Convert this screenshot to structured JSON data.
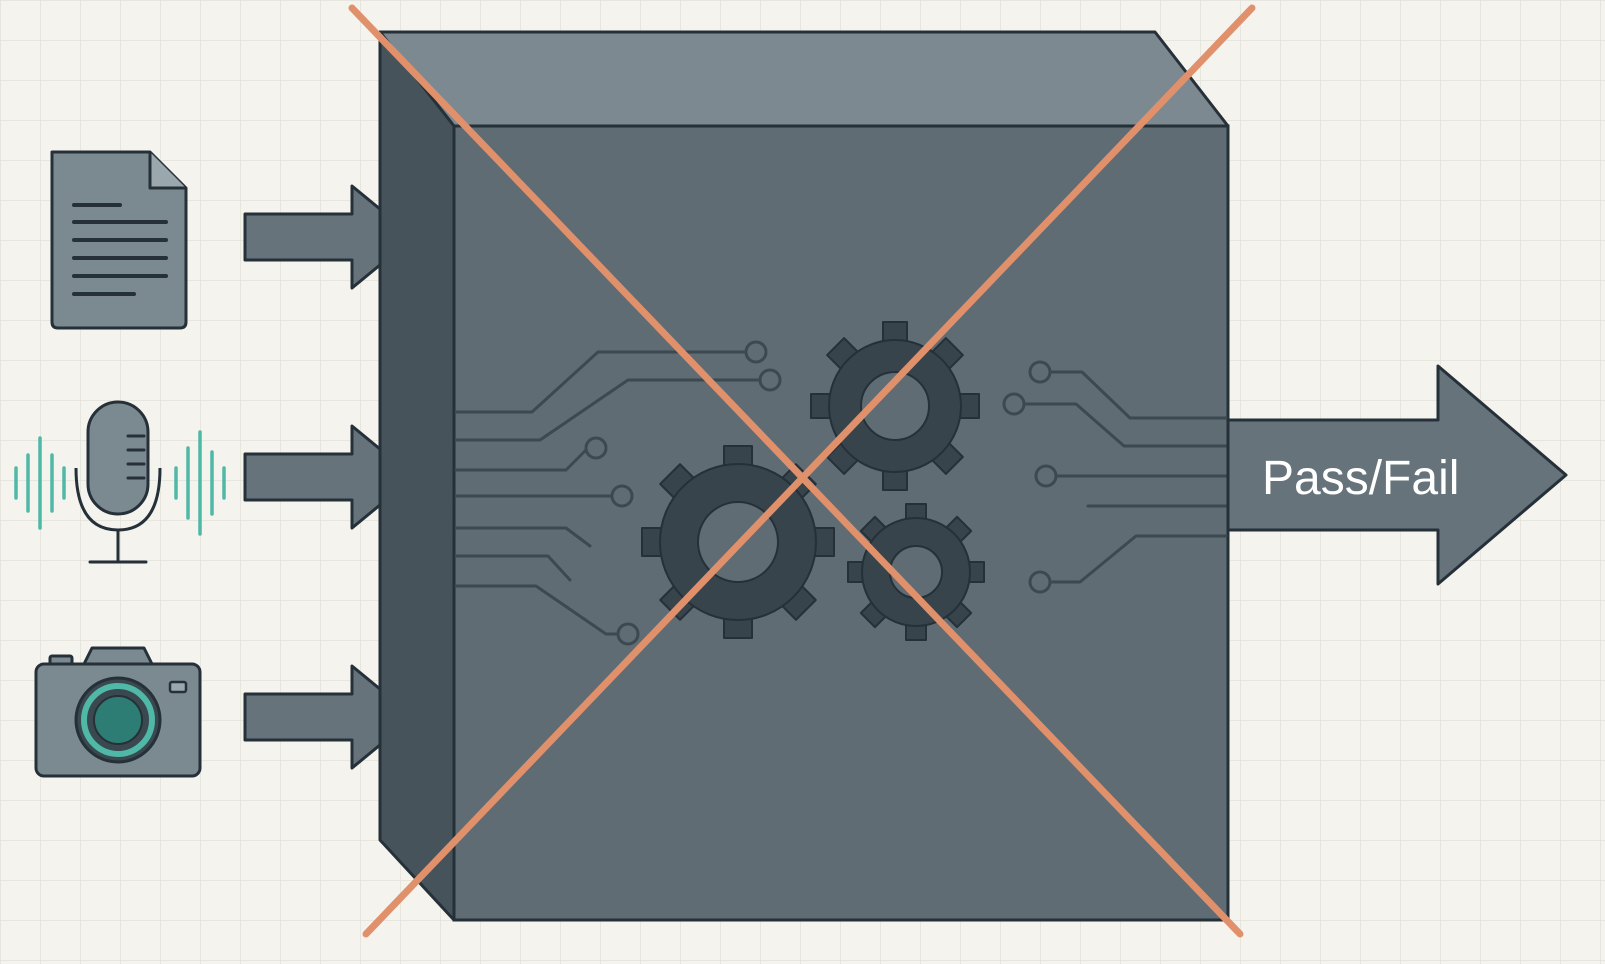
{
  "output": {
    "label": "Pass/Fail"
  },
  "inputs": [
    {
      "name": "document",
      "icon": "document-icon"
    },
    {
      "name": "audio",
      "icon": "microphone-icon"
    },
    {
      "name": "image",
      "icon": "camera-icon"
    }
  ],
  "processor": {
    "icon": "gears-icon",
    "crossed_out": true
  },
  "colors": {
    "background": "#f4f3ee",
    "grid": "#e2e1da",
    "box_front": "#5f6c73",
    "box_top": "#7c8990",
    "box_side": "#47535a",
    "outline": "#253038",
    "arrow": "#66737a",
    "gear": "#37444c",
    "cross": "#e0916b",
    "teal": "#4fb8a6",
    "label": "#ffffff"
  }
}
